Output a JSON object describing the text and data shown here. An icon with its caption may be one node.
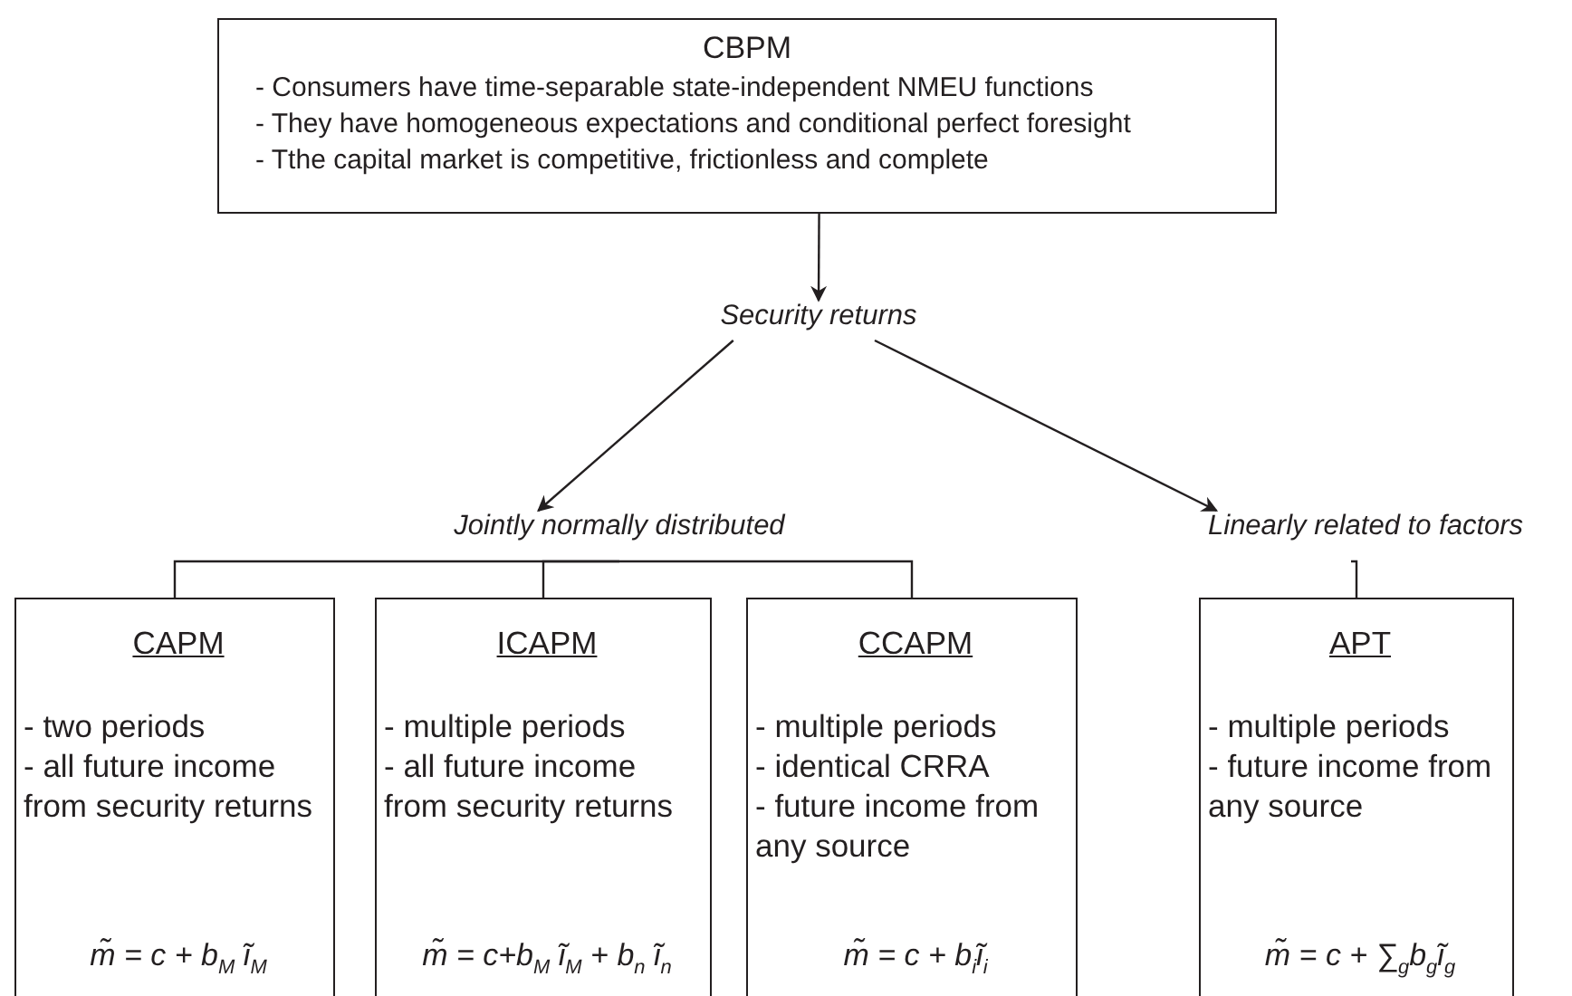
{
  "diagram": {
    "nodes": [
      {
        "text": [
          "CBPM",
          "- Consumers have time-separable state-independent NMEU functions",
          "- They have homogeneous expectations and conditional perfect foresight",
          "- Tthe capital market is competitive, frictionless and complete"
        ]
      },
      {
        "text": [
          "Security returns"
        ]
      },
      {
        "text": [
          "Jointly normally distributed"
        ]
      },
      {
        "text": [
          "Linearly related to factors"
        ]
      },
      {
        "text": [
          "CAPM",
          "- two periods",
          "- all future income from security returns",
          "m̃ = c + b$_{M}$ ĩ$_{M}$"
        ]
      },
      {
        "text": [
          "ICAPM",
          "- multiple periods",
          "- all future income from security returns",
          "m̃ = c+b$_{M}$ ĩ$_{M}$ + b$_{n}$ ĩ$_{n}$"
        ]
      },
      {
        "text": [
          "CCAPM",
          "- multiple periods",
          "- identical CRRA",
          "- future income from any source",
          "m̃ = c + b$_{i}$ĩ$_{i}$"
        ]
      },
      {
        "text": [
          "APT",
          "- multiple periods",
          "- future income from any source",
          "m̃ = c + ∑$_{g}$b$_{g}$ĩ$_{g}$"
        ]
      }
    ],
    "edges": [
      {
        "from": 0,
        "to": 1,
        "arrow": "to"
      },
      {
        "from": 1,
        "to": 2,
        "arrow": "to"
      },
      {
        "from": 1,
        "to": 3,
        "arrow": "to"
      },
      {
        "from": 2,
        "to": 4,
        "arrow": "none"
      },
      {
        "from": 2,
        "to": 5,
        "arrow": "none"
      },
      {
        "from": 2,
        "to": 6,
        "arrow": "none"
      },
      {
        "from": 3,
        "to": 7,
        "arrow": "none"
      }
    ]
  }
}
